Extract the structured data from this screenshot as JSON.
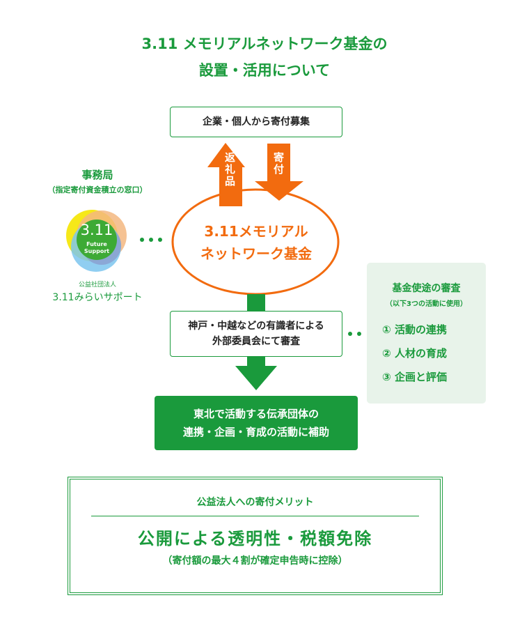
{
  "title": {
    "line1": "3.11 メモリアルネットワーク基金の",
    "line2": "設置・活用について"
  },
  "donors_box": "企業・個人から寄付募集",
  "arrows": {
    "return_gift": "返礼品",
    "donation": "寄付"
  },
  "fund": {
    "line1": "3.11メモリアル",
    "line2": "ネットワーク基金"
  },
  "secretariat": {
    "title": "事務局",
    "subtitle": "（指定寄付資金積立の窓口）",
    "logo_text": "3.11",
    "logo_sub1": "Future",
    "logo_sub2": "Support",
    "org_type": "公益社団法人",
    "org_name": "3.11みらいサポート"
  },
  "review_box": {
    "line1": "神戸・中越などの有識者による",
    "line2": "外部委員会にて審査"
  },
  "usage_panel": {
    "title": "基金使途の審査",
    "subtitle": "（以下3つの活動に使用）",
    "items": [
      {
        "num": "①",
        "label": "活動の連携"
      },
      {
        "num": "②",
        "label": "人材の育成"
      },
      {
        "num": "③",
        "label": "企画と評価"
      }
    ]
  },
  "result_box": {
    "line1": "東北で活動する伝承団体の",
    "line2": "連携・企画・育成の活動に補助"
  },
  "merit": {
    "heading": "公益法人への寄付メリット",
    "main": "公開による透明性・税額免除",
    "note": "（寄付額の最大４割が確定申告時に控除）"
  },
  "colors": {
    "green": "#1a9a3c",
    "orange": "#f26b0f",
    "panel": "#e8f3ea"
  }
}
